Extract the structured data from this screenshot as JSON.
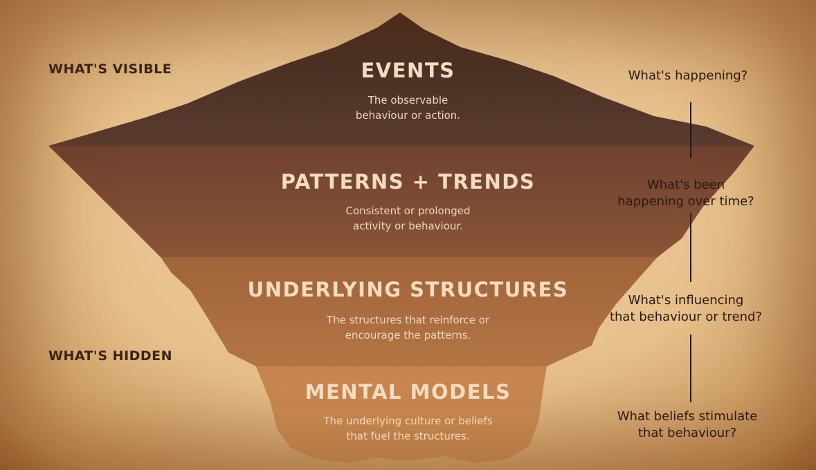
{
  "side_labels": {
    "visible": "WHAT'S VISIBLE",
    "hidden": "WHAT'S HIDDEN"
  },
  "layers": [
    {
      "title": "EVENTS",
      "description": [
        "The observable",
        "behaviour or action."
      ],
      "color": "#4e3429"
    },
    {
      "title": "PATTERNS + TRENDS",
      "description": [
        "Consistent or prolonged",
        "activity or behaviour."
      ],
      "color": "#7a4a32"
    },
    {
      "title": "UNDERLYING STRUCTURES",
      "description": [
        "The structures that reinforce or",
        "encourage the patterns."
      ],
      "color": "#a86a3c"
    },
    {
      "title": "MENTAL MODELS",
      "description": [
        "The underlying culture or beliefs",
        "that fuel the structures."
      ],
      "color": "#c98a4e"
    }
  ],
  "questions": [
    [
      "What's happening?"
    ],
    [
      "What's been",
      "happening over time?"
    ],
    [
      "What's influencing",
      "that behaviour or trend?"
    ],
    [
      "What beliefs stimulate",
      "that behaviour?"
    ]
  ],
  "colors": {
    "question_line": "#2a1a12"
  }
}
